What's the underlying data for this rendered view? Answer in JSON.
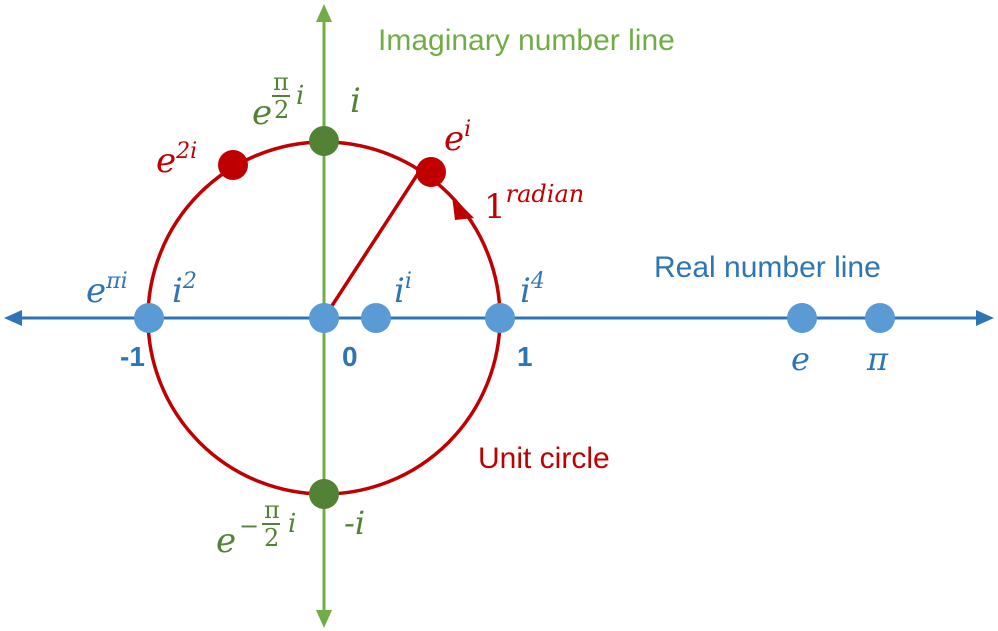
{
  "colors": {
    "real_axis": "#2E75B6",
    "imaginary_axis": "#70AD47",
    "unit_circle": "#C00000",
    "blue_point": "#5B9BD5",
    "green_point": "#548235",
    "red_point": "#C00000",
    "real_label": "#2E75B6",
    "imag_label": "#548235",
    "circle_label": "#C00000"
  },
  "labels": {
    "imaginary_line": "Imaginary number line",
    "real_line": "Real number line",
    "unit_circle": "Unit circle"
  },
  "ticks": {
    "minus_one": "-1",
    "zero": "0",
    "one": "1",
    "e": "e",
    "pi": "π"
  },
  "point_labels": {
    "e_pi_i": {
      "base": "e",
      "sup": "πi"
    },
    "i_squared": {
      "base": "i",
      "sup": "2"
    },
    "i_to_i": {
      "base": "i",
      "sup": "i"
    },
    "i_fourth": {
      "base": "i",
      "sup": "4"
    },
    "e_2i": {
      "base": "e",
      "sup": "2i"
    },
    "e_i": {
      "base": "e",
      "sup": "i"
    },
    "radian": {
      "base": "1",
      "sup": "radian"
    },
    "e_half_pi_i": {
      "base": "e",
      "num": "π",
      "den": "2",
      "tail": "i"
    },
    "i_top": "i",
    "e_neg_half_pi_i": {
      "base": "e",
      "sign": "−",
      "num": "π",
      "den": "2",
      "tail": "i"
    },
    "neg_i": "-i"
  }
}
